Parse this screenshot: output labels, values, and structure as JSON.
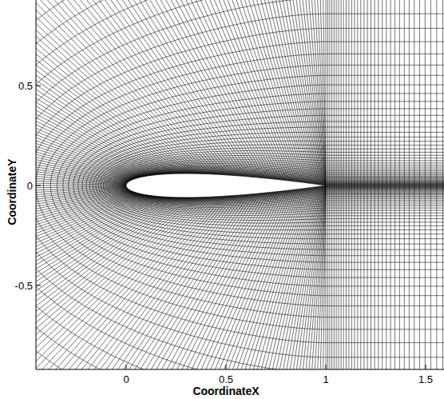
{
  "diagram": {
    "labels": [
      "0.5",
      "0",
      "-0.5",
      "0",
      "0.5",
      "1",
      "1.5",
      "CoordinateX",
      "CoordinateY"
    ]
  }
}
